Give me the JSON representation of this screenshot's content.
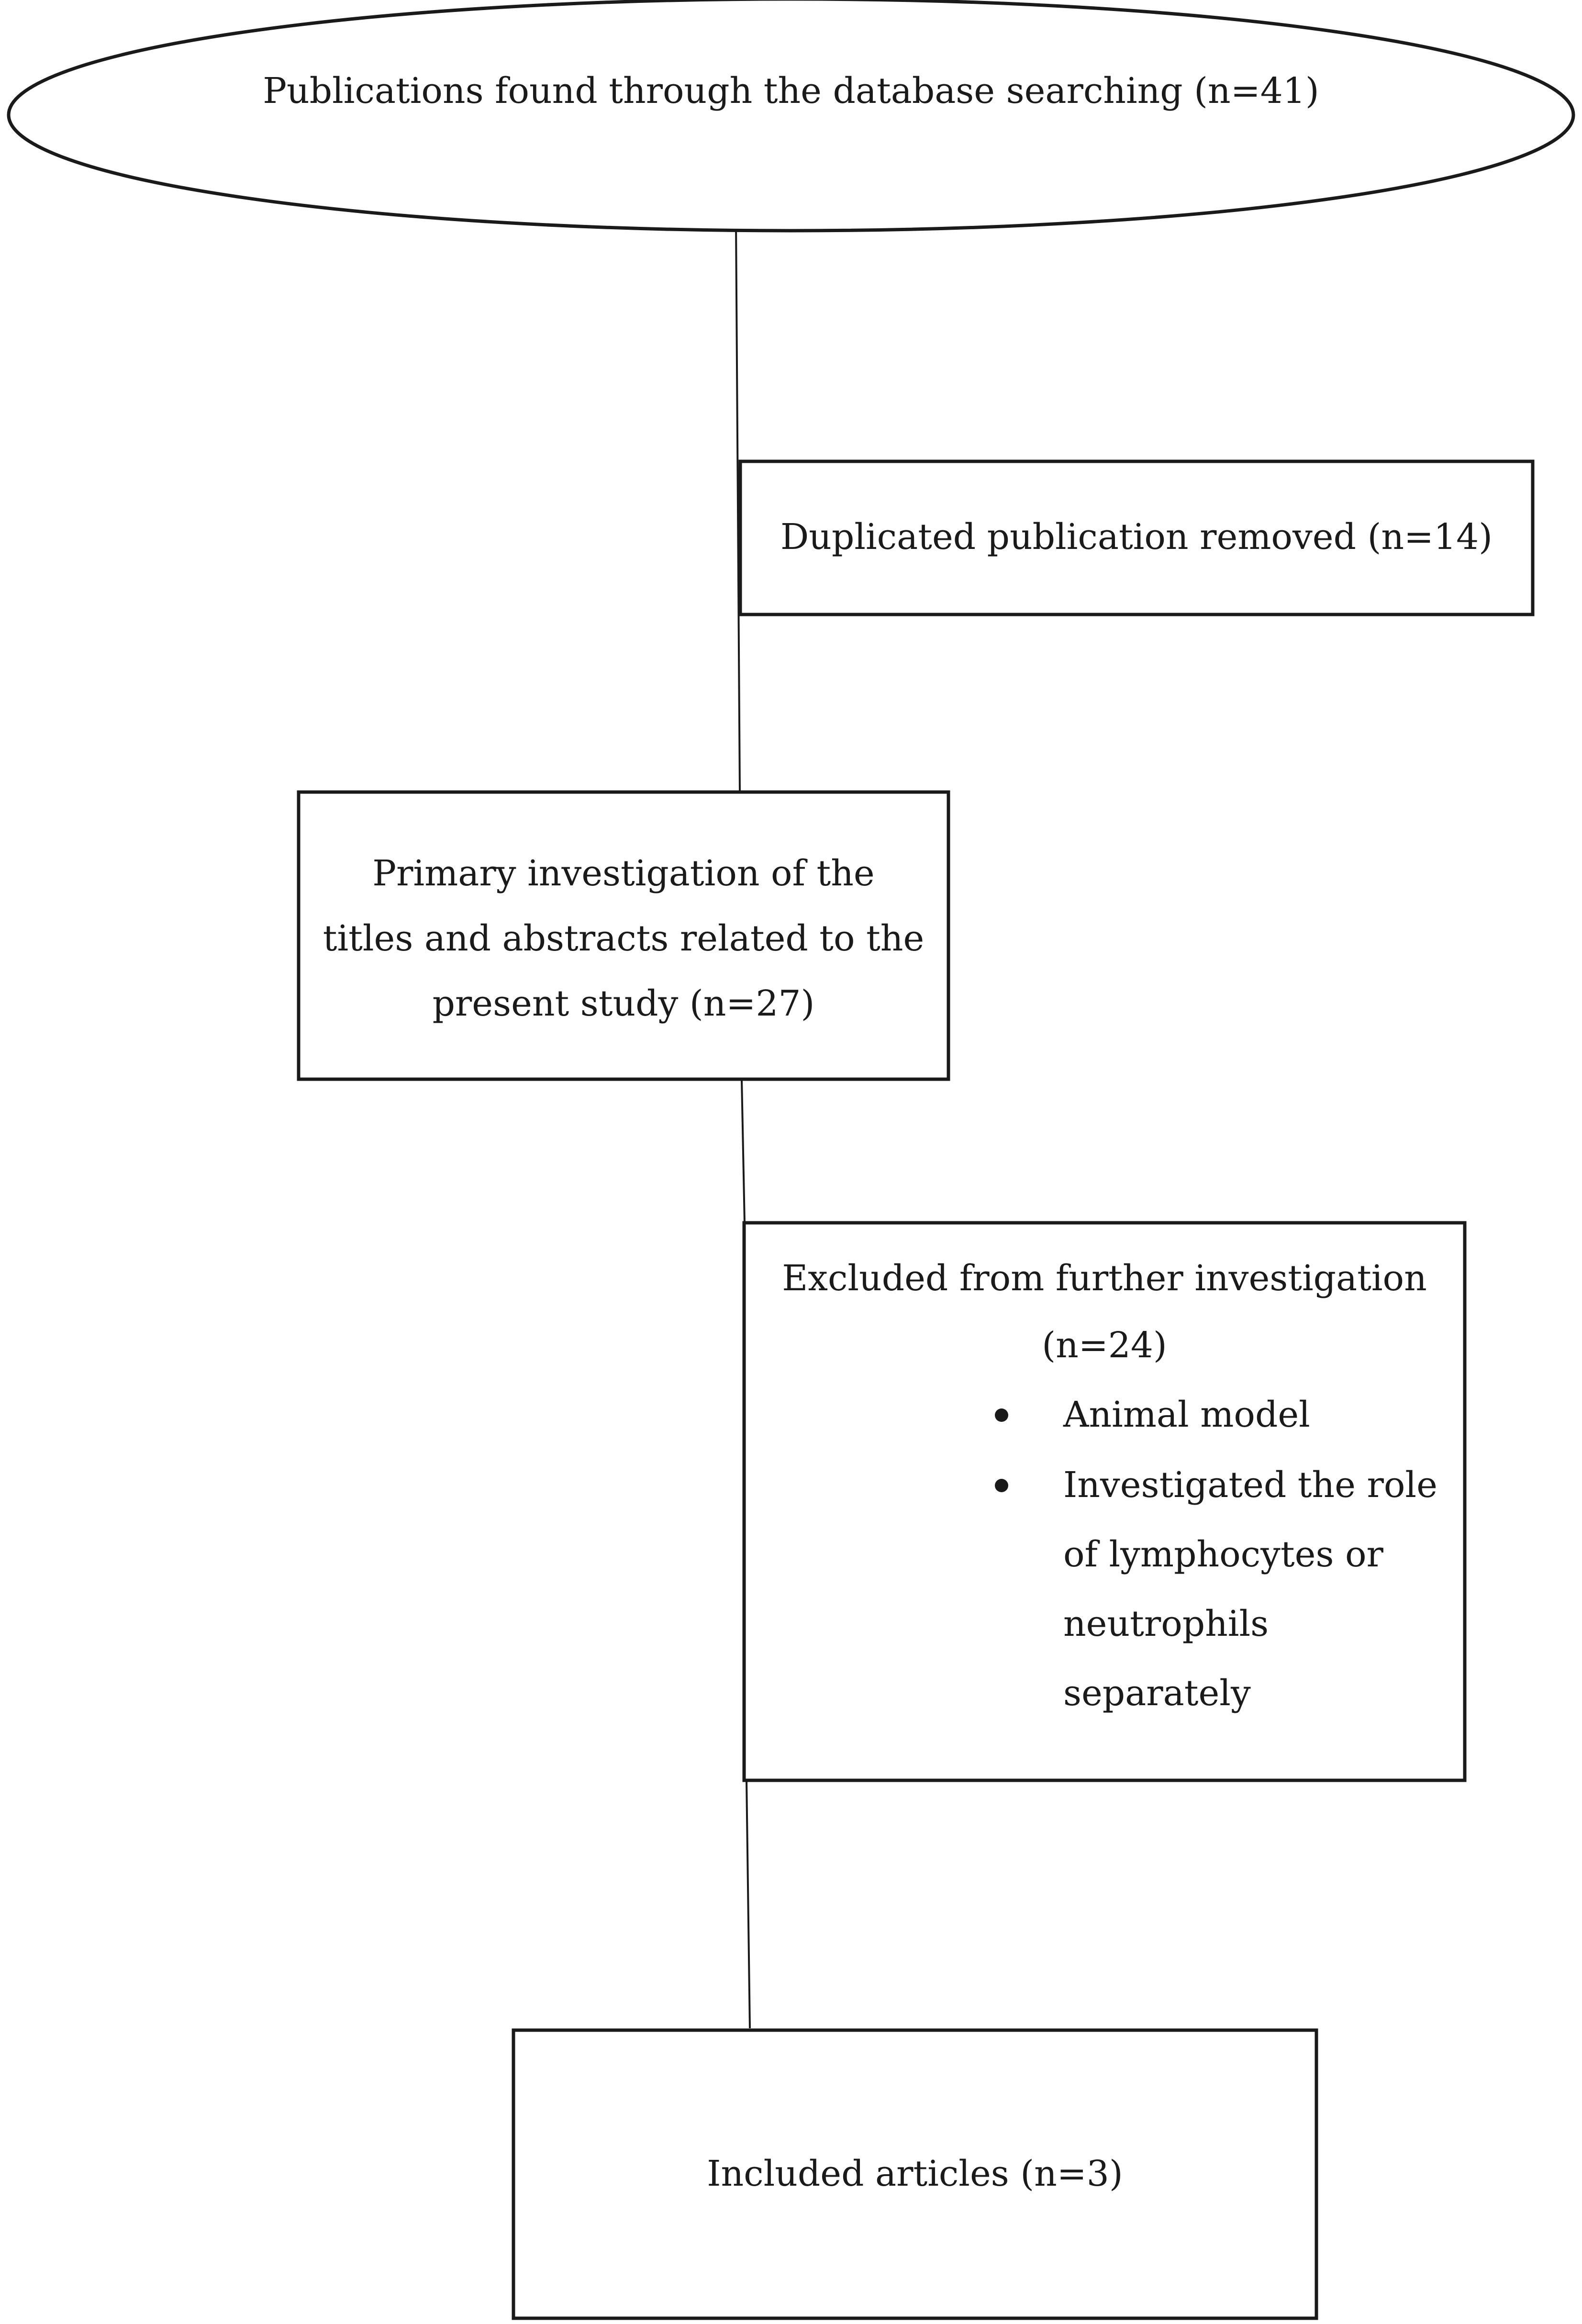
{
  "nodes": {
    "search": {
      "text": "Publications found through the database searching (n=41)"
    },
    "duplicates": {
      "text": "Duplicated publication removed (n=14)"
    },
    "primary": {
      "lines": [
        "Primary investigation of the",
        "titles and abstracts related to the",
        "present study (n=27)"
      ]
    },
    "excluded": {
      "title": "Excluded from further investigation",
      "count": "(n=24)",
      "reasons": [
        {
          "lines": [
            "Animal model"
          ]
        },
        {
          "lines": [
            "Investigated the role",
            "of lymphocytes or",
            "neutrophils",
            "separately"
          ]
        }
      ]
    },
    "included": {
      "text": "Included articles (n=3)"
    }
  }
}
